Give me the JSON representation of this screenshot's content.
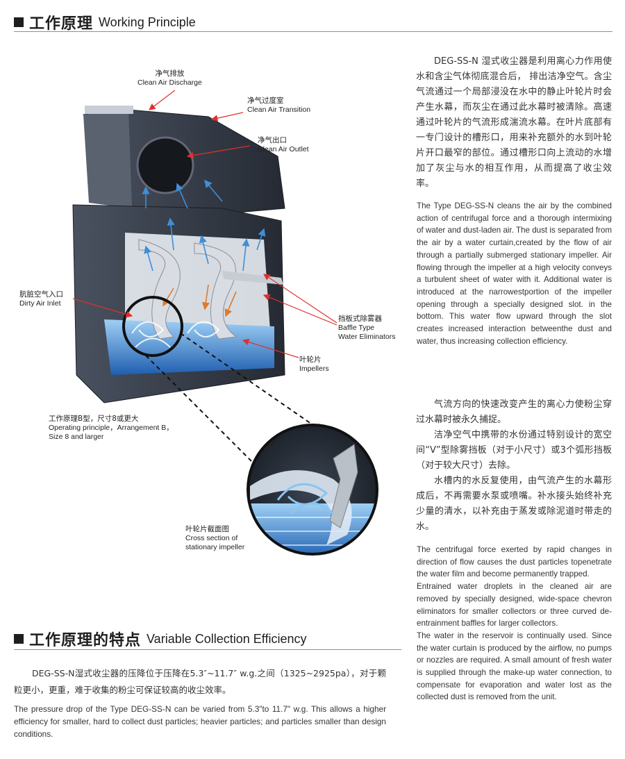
{
  "section1": {
    "title_zh": "工作原理",
    "title_en": "Working Principle"
  },
  "labels": {
    "discharge": {
      "zh": "净气排放",
      "en": "Clean Air Discharge"
    },
    "transition": {
      "zh": "净气过度室",
      "en": "Clean Air Transition"
    },
    "outlet": {
      "zh": "净气出口",
      "en": "Clean Air Outlet"
    },
    "inlet": {
      "zh": "肮脏空气入口",
      "en": "Dirty Air Inlet"
    },
    "baffle": {
      "zh": "挡板式除雾器",
      "en1": "Baffle Type",
      "en2": "Water Eliminators"
    },
    "impeller": {
      "zh": "叶轮片",
      "en": "Impellers"
    },
    "arrangement": {
      "zh": "工作原理B型，尺寸8或更大",
      "en1": "Operating principle，Arrangement B，",
      "en2": "Size 8 and larger"
    },
    "cross": {
      "zh": "叶轮片截面图",
      "en1": "Cross section of",
      "en2": "stationary impeller"
    }
  },
  "right": {
    "zh1": "DEG-SS-N 湿式收尘器是利用离心力作用使水和含尘气体彻底混合后， 排出洁净空气。含尘气流通过一个局部浸没在水中的静止叶轮片时会产生水幕，而灰尘在通过此水幕时被清除。高速通过叶轮片的气流形成湍流水幕。在叶片底部有一专门设计的槽形口，用来补充额外的水到叶轮片开口最窄的部位。通过槽形口向上流动的水增加了灰尘与水的相互作用，从而提高了收尘效率。",
    "en1": "The Type DEG-SS-N cleans the air by the combined action of centrifugal force and a thorough intermixing of water and dust-laden air. The dust is separated from the air by a water curtain,created by the flow of air through a partially submerged stationary impeller. Air flowing through the impeller at a high velocity conveys a turbulent sheet of water with it. Additional water is introduced at the narrowestportion of the impeller opening through a specially designed slot. in the bottom. This water flow upward through the slot creates increased interaction betweenthe dust and water, thus increasing collection efficiency.",
    "zh2a": "气流方向的快速改变产生的离心力使粉尘穿过水幕时被永久捕捉。",
    "zh2b": "洁净空气中携带的水份通过特别设计的宽空间“V”型除雾挡板（对于小尺寸）或3个弧形挡板（对于较大尺寸）去除。",
    "zh2c": "水槽内的水反复使用，由气流产生的水幕形成后，不再需要水泵或喷嘴。补水接头始终补充少量的清水，以补充由于蒸发或除泥道时带走的水。",
    "en2a": "The centrifugal force exerted by rapid changes in direction of flow causes the dust particles topenetrate the water film and become permanently trapped.",
    "en2b": "Entrained water droplets in the cleaned air are removed by specially designed, wide-space chevron eliminators for smaller collectors or three curved de-entrainment baffles for larger collectors.",
    "en2c": "The water in the reservoir is continually used. Since the water curtain is produced by the airflow, no pumps or nozzles are required. A small amount of fresh water is supplied through the make-up water connection, to compensate for evaporation and water lost as the collected dust is removed from the unit."
  },
  "section2": {
    "title_zh": "工作原理的特点",
    "title_en": "Variable Collection Efficiency",
    "zh": "DEG-SS-N湿式收尘器的压降位于压降在5.3″~11.7″ w.g.之间（1325~2925pa），对于颗粒更小，更重，难于收集的粉尘可保证较高的收尘效率。",
    "en": "The pressure drop of the Type DEG-SS-N can be varied from 5.3\"to 11.7\" w.g.  This allows a higher efficiency for smaller, hard to collect dust particles; heavier particles; and particles smaller than design conditions."
  },
  "colors": {
    "accent_rule": "#4aa3d6",
    "arrow": "#e0302c",
    "housing": "#2f3640",
    "water": "#2d7fd0"
  }
}
